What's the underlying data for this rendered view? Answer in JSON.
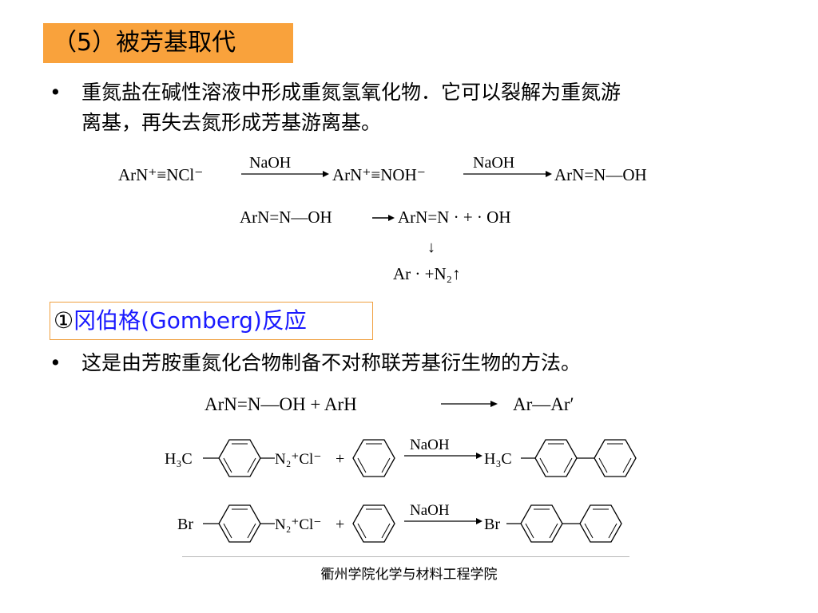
{
  "slide": {
    "title": "（5）被芳基取代",
    "bullet1_line1": "重氮盐在碱性溶液中形成重氮氢氧化物．它可以裂解为重氮游",
    "bullet1_line2": "离基，再失去氮形成芳基游离基。",
    "subheading_circle": "①",
    "subheading_text": "冈伯格(Gomberg)反应",
    "bullet2": "这是由芳胺重氮化合物制备不对称联芳基衍生物的方法。",
    "bullet_symbol": "•",
    "footer": "衢州学院化学与材料工程学院"
  },
  "equations": {
    "eq1_left": "ArN⁺≡NCl⁻",
    "eq1_reagent1": "NaOH",
    "eq1_mid": "ArN⁺≡NOH⁻",
    "eq1_reagent2": "NaOH",
    "eq1_right": "ArN=N—OH",
    "eq2_left": "ArN=N—OH",
    "eq2_right": "ArN=N · + · OH",
    "eq2_down_arrow": "↓",
    "eq3": "Ar · +N₂↑",
    "eq4_left": "ArN=N—OH  +  ArH",
    "eq4_right": "Ar—Ar′",
    "r1_sub": "H₃C",
    "r1_diazo": "N₂⁺Cl⁻",
    "r1_plus": "+",
    "r1_reagent": "NaOH",
    "r1_prod_sub": "H₃C",
    "r2_sub": "Br",
    "r2_diazo": "N₂⁺Cl⁻",
    "r2_plus": "+",
    "r2_reagent": "NaOH",
    "r2_prod_sub": "Br"
  },
  "colors": {
    "title_bg": "#F9A23C",
    "subheading_border": "#F0A040",
    "subheading_text": "#1a1aff"
  }
}
